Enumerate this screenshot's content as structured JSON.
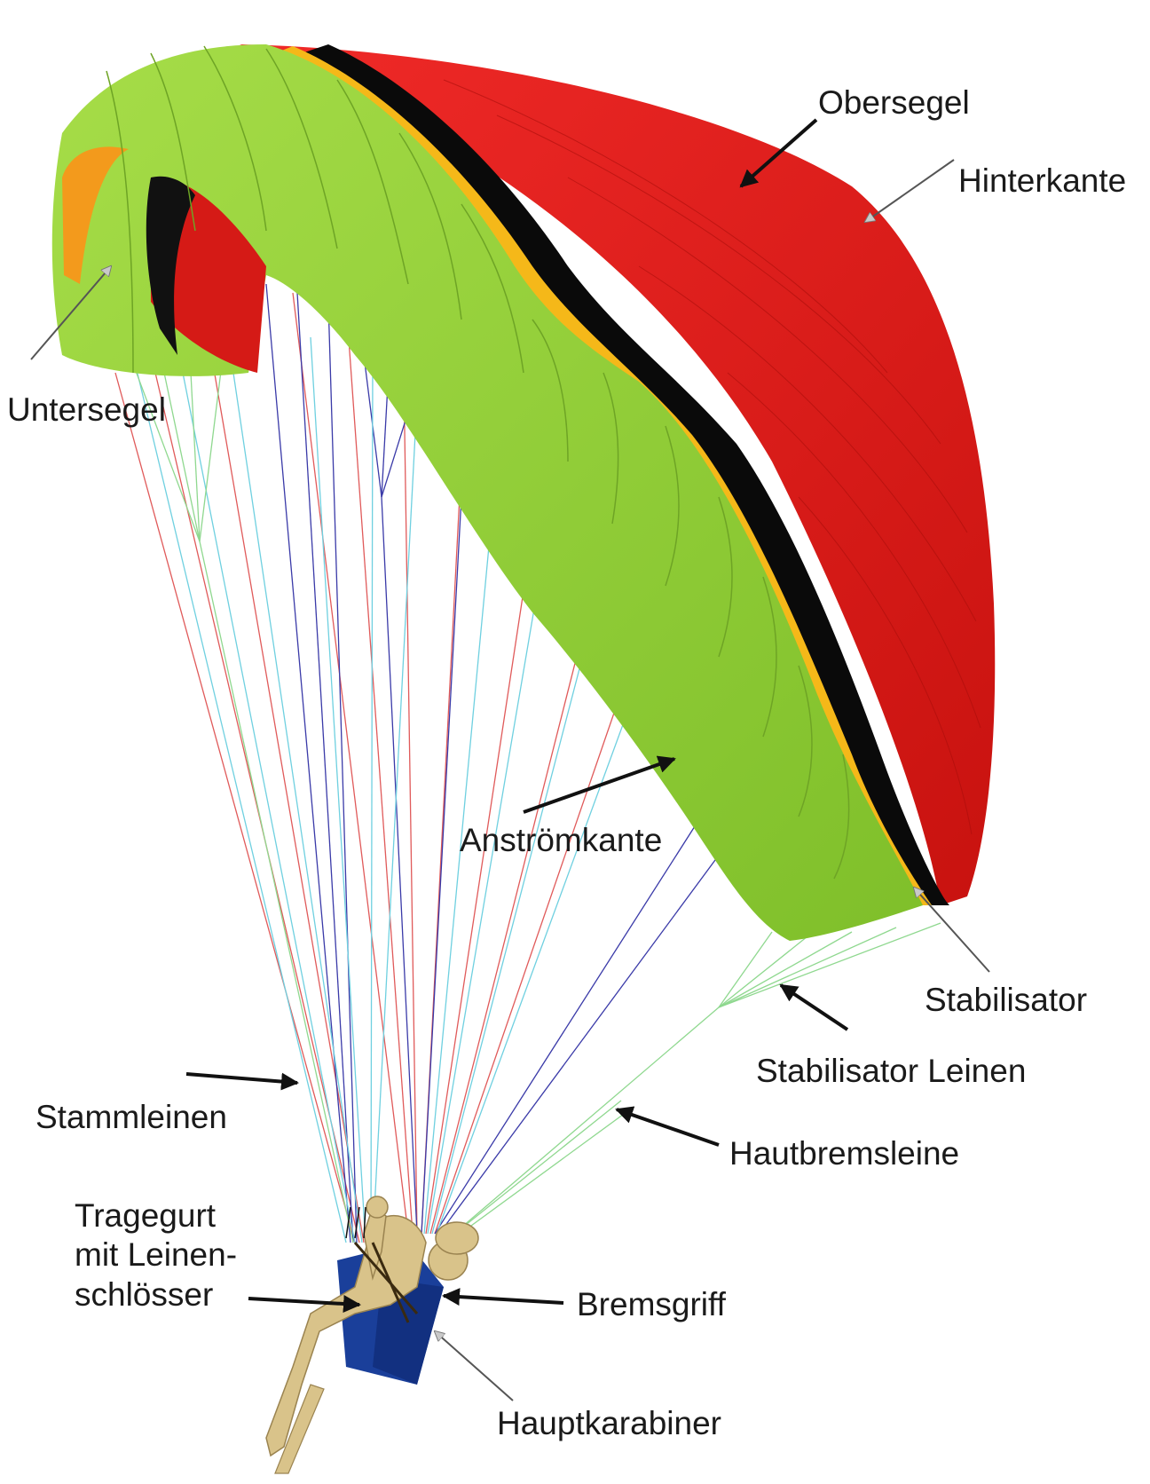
{
  "labels": {
    "obersegel": "Obersegel",
    "hinterkante": "Hinterkante",
    "untersegel": "Untersegel",
    "anstroemkante": "Anströmkante",
    "stabilisator": "Stabilisator",
    "stabilisator_leinen": "Stabilisator Leinen",
    "stammleinen": "Stammleinen",
    "hautbremsleine": "Hautbremsleine",
    "tragegurt_line1": "Tragegurt",
    "tragegurt_line2": "mit Leinen-",
    "tragegurt_line3": "schlösser",
    "bremsgriff": "Bremsgriff",
    "hauptkarabiner": "Hauptkarabiner"
  },
  "colors": {
    "top_sail": "#e8191c",
    "leading_edge": "#9ad43a",
    "stripe_yellow": "#f5b819",
    "stripe_black": "#0a0a0a",
    "line_red": "#e05a5a",
    "line_blue": "#3a3aa8",
    "line_cyan": "#6fd0e0",
    "line_green": "#8fd88f",
    "harness": "#1a3f9a",
    "pilot": "#d9c38a",
    "arrow_black": "#111111",
    "arrow_gray": "#b8b8b8"
  }
}
